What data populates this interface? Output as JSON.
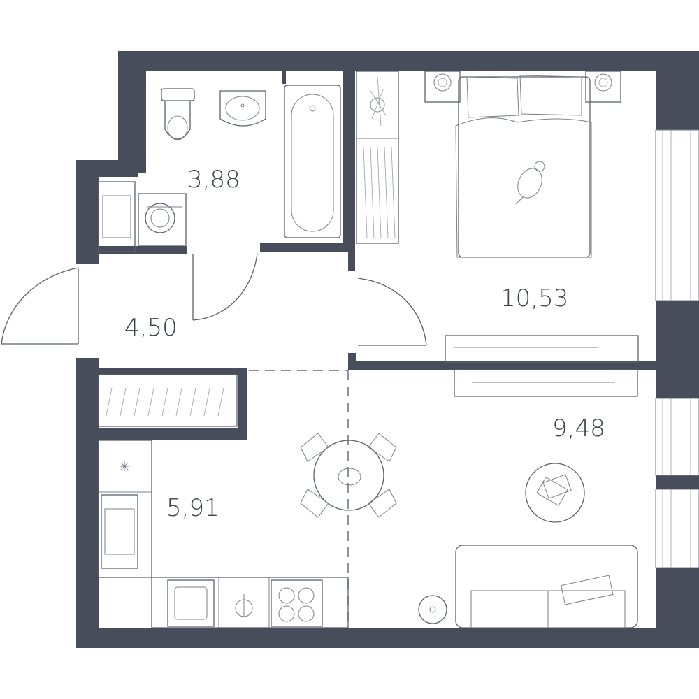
{
  "floor_plan": {
    "colors": {
      "wall": "#474d5a",
      "line": "#5a606c",
      "background": "#ffffff"
    },
    "rooms": [
      {
        "id": "bathroom",
        "area": "3,88"
      },
      {
        "id": "hallway",
        "area": "4,50"
      },
      {
        "id": "bedroom",
        "area": "10,53"
      },
      {
        "id": "living",
        "area": "9,48"
      },
      {
        "id": "kitchen",
        "area": "5,91"
      }
    ]
  }
}
